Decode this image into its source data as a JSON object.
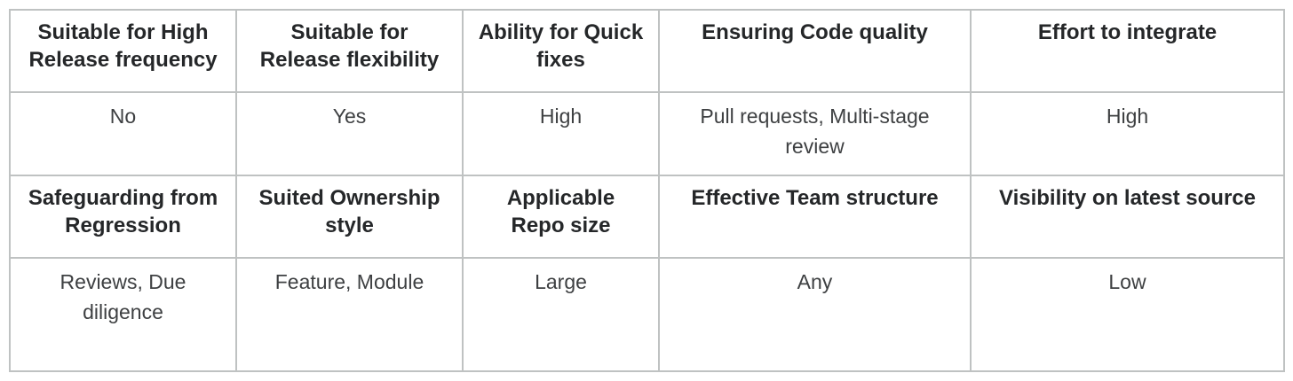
{
  "chart_data": {
    "type": "table",
    "description": "Comparison matrix of development/release workflow attributes and their values",
    "layout": "Two header rows, each followed by one value row; 5 columns; all cells center-aligned",
    "rows": [
      {
        "kind": "header",
        "cells": [
          "Suitable for High Release frequency",
          "Suitable for Release flexibility",
          "Ability for Quick fixes",
          "Ensuring Code quality",
          "Effort to integrate"
        ]
      },
      {
        "kind": "value",
        "cells": [
          "No",
          "Yes",
          "High",
          "Pull requests, Multi-stage review",
          "High"
        ]
      },
      {
        "kind": "header",
        "cells": [
          "Safeguarding from Regression",
          "Suited Ownership style",
          "Applicable Repo size",
          "Effective Team structure",
          "Visibility on latest source"
        ]
      },
      {
        "kind": "value",
        "cells": [
          "Reviews, Due diligence",
          "Feature, Module",
          "Large",
          "Any",
          "Low"
        ]
      }
    ],
    "attribute_value_pairs": {
      "Suitable for High Release frequency": "No",
      "Suitable for Release flexibility": "Yes",
      "Ability for Quick fixes": "High",
      "Ensuring Code quality": "Pull requests, Multi-stage review",
      "Effort to integrate": "High",
      "Safeguarding from Regression": "Reviews, Due diligence",
      "Suited Ownership style": "Feature, Module",
      "Applicable Repo size": "Large",
      "Effective Team structure": "Any",
      "Visibility on latest source": "Low"
    }
  },
  "colors": {
    "background": "#ffffff",
    "border": "#bfc2c2",
    "header_text": "#252729",
    "body_text": "#3e4042"
  }
}
